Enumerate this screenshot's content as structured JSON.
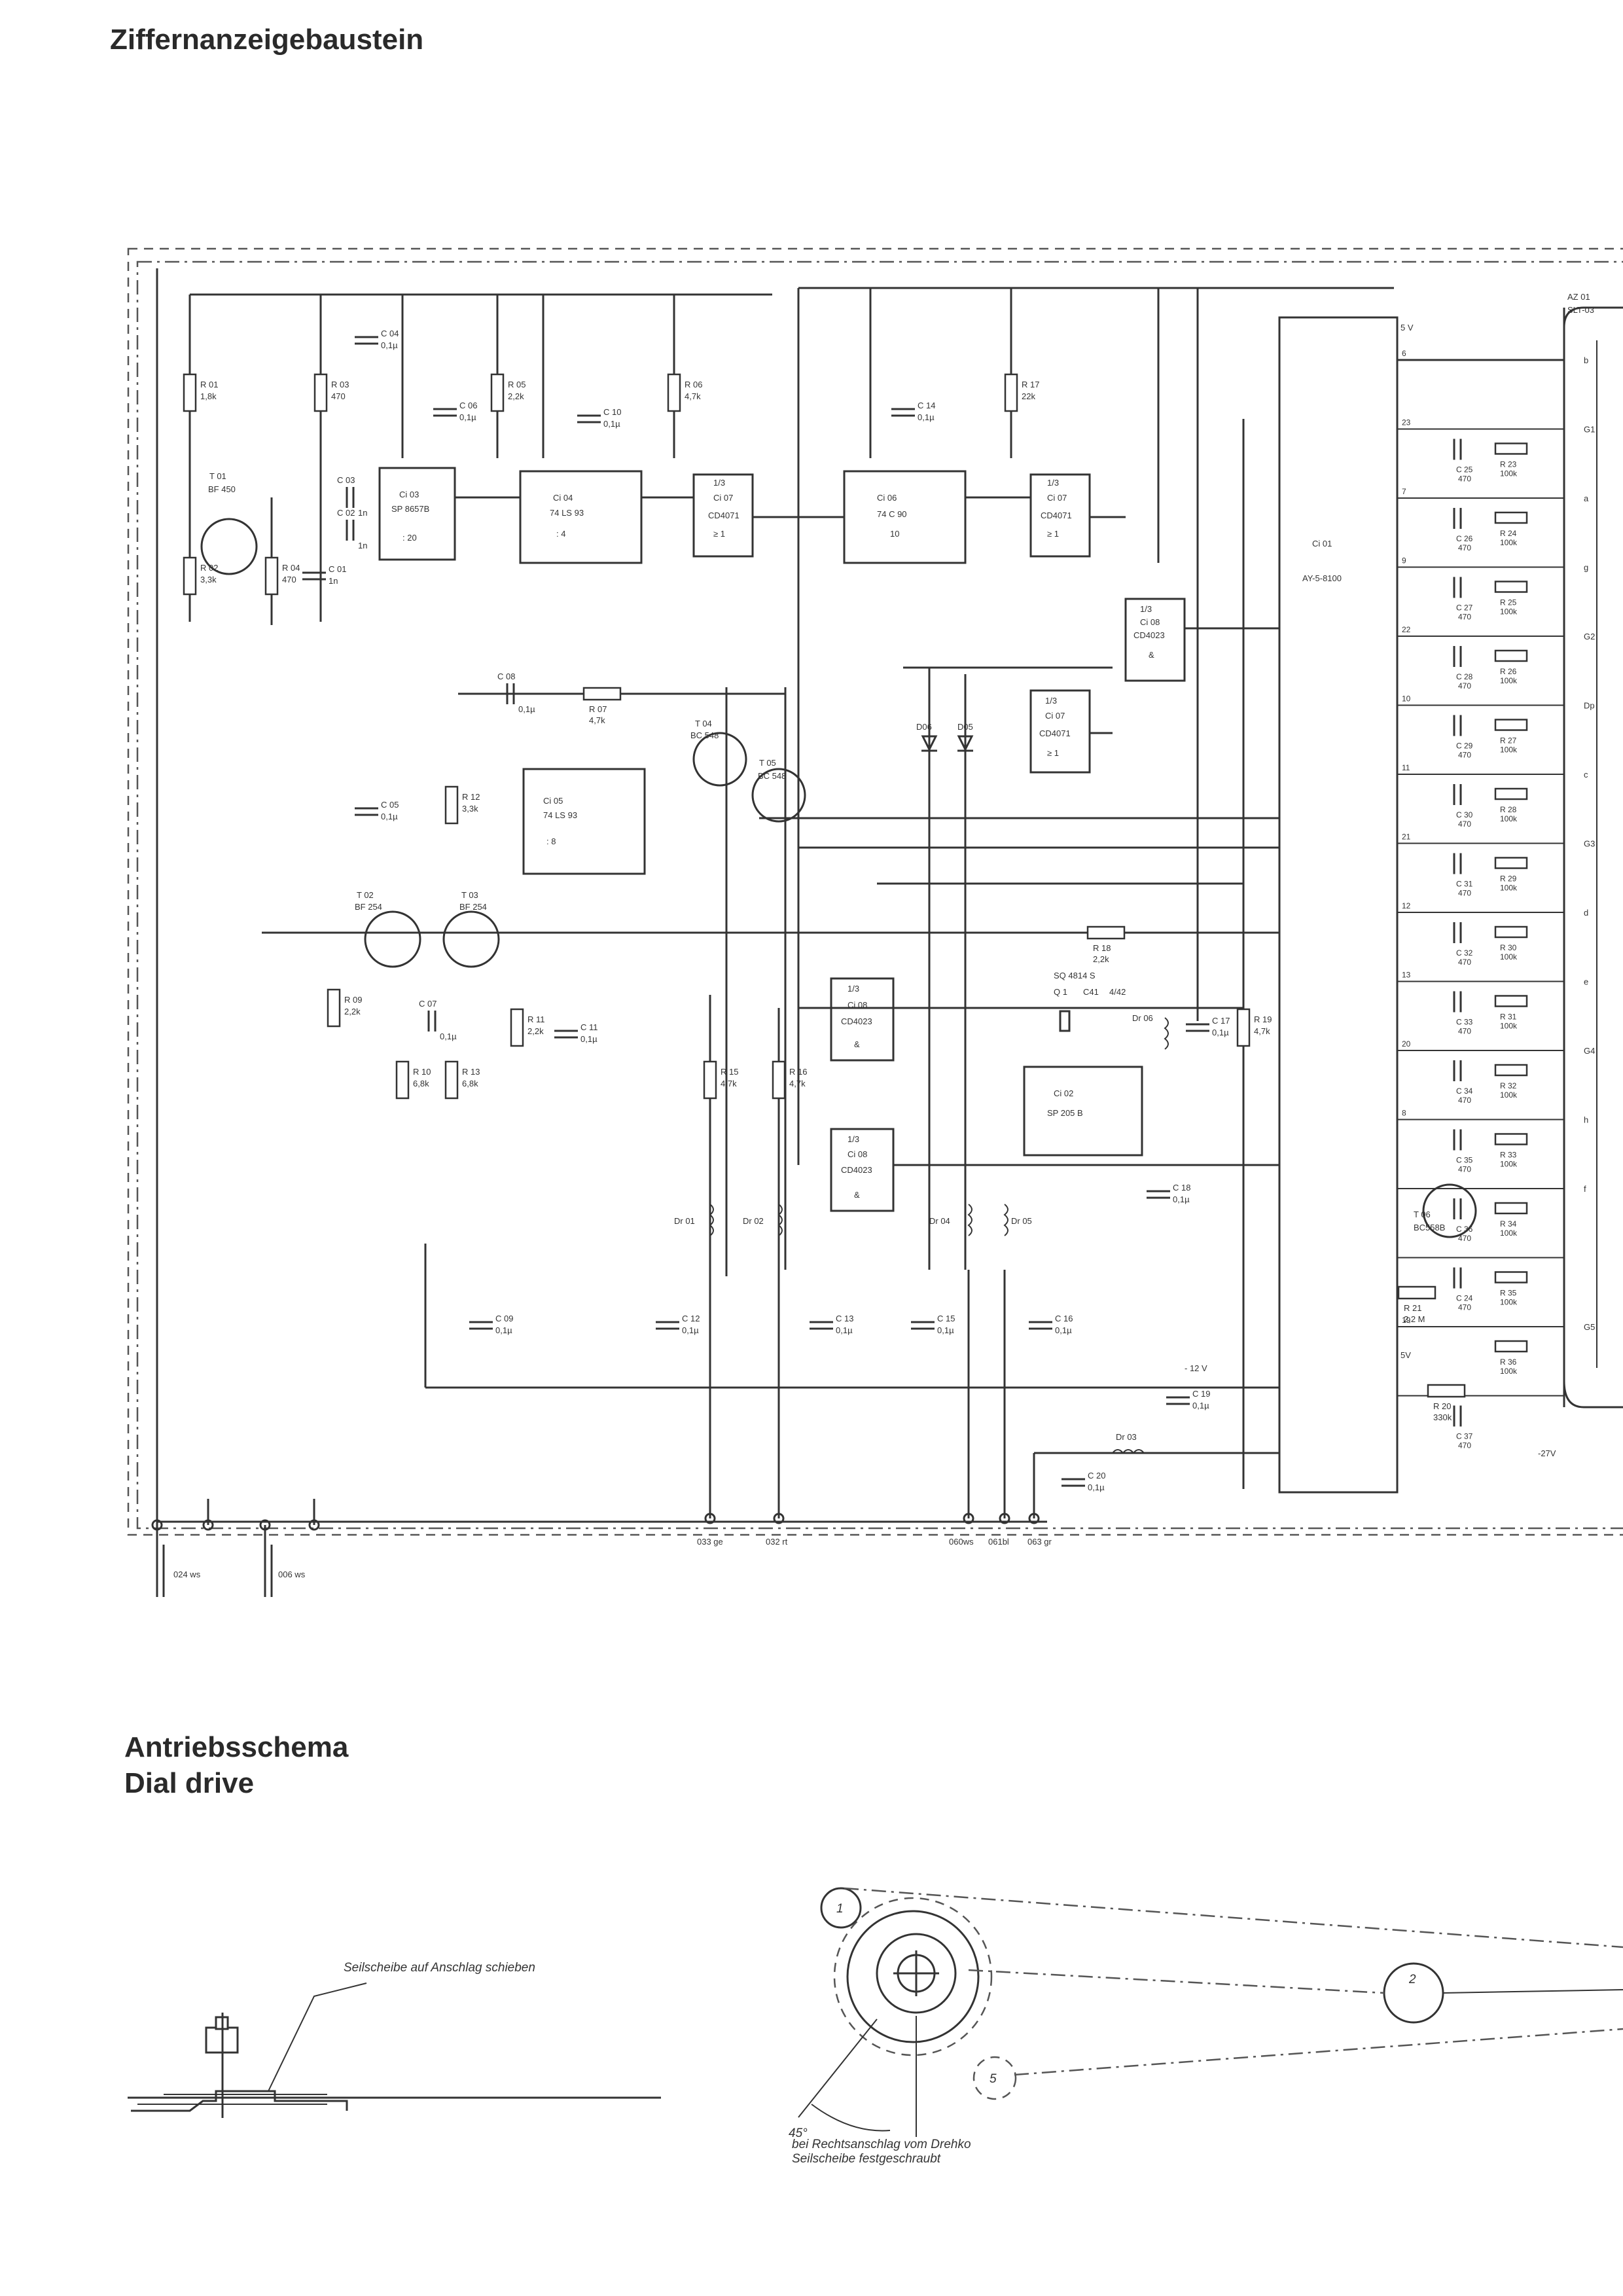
{
  "headings": {
    "main": "Ziffernanzeigebaustein",
    "drive_de": "Antriebsschema",
    "drive_en": "Dial drive"
  },
  "ics": [
    {
      "ref": "Ci 03",
      "type": "SP 8657B",
      "sub": ": 20"
    },
    {
      "ref": "Ci 04",
      "type": "74 LS 93",
      "sub": ": 4"
    },
    {
      "ref": "Ci 07",
      "type": "CD4071",
      "sub": "≥ 1",
      "frac": "1/3"
    },
    {
      "ref": "Ci 06",
      "type": "74 C 90",
      "sub": "10"
    },
    {
      "ref": "Ci 07",
      "type": "CD4071",
      "sub": "≥ 1",
      "frac": "1/3"
    },
    {
      "ref": "Ci 08",
      "type": "CD4023",
      "sub": "&",
      "frac": "1/3"
    },
    {
      "ref": "Ci 07",
      "type": "CD4071",
      "sub": "≥ 1",
      "frac": "1/3"
    },
    {
      "ref": "Ci 05",
      "type": "74 LS 93",
      "sub": ": 8"
    },
    {
      "ref": "Ci 08",
      "type": "CD4023",
      "sub": "&",
      "frac": "1/3"
    },
    {
      "ref": "Ci 08",
      "type": "CD4023",
      "sub": "&",
      "frac": "1/3"
    },
    {
      "ref": "Ci 02",
      "type": "SP 205 B",
      "sub": ""
    },
    {
      "ref": "Ci 01",
      "type": "AY-5-8100",
      "sub": ""
    }
  ],
  "transistors": [
    {
      "ref": "T 01",
      "type": "BF 450"
    },
    {
      "ref": "T 04",
      "type": "BC 548"
    },
    {
      "ref": "T 05",
      "type": "BC 548"
    },
    {
      "ref": "T 02",
      "type": "BF 254"
    },
    {
      "ref": "T 03",
      "type": "BF 254"
    },
    {
      "ref": "T 06",
      "type": "BC558B"
    }
  ],
  "components": [
    {
      "ref": "R 01",
      "val": "1,8k"
    },
    {
      "ref": "R 03",
      "val": "470"
    },
    {
      "ref": "R 02",
      "val": "3,3k"
    },
    {
      "ref": "R 04",
      "val": "470"
    },
    {
      "ref": "C 01",
      "val": "1n"
    },
    {
      "ref": "C 02",
      "val": "1n"
    },
    {
      "ref": "C 03",
      "val": "1n"
    },
    {
      "ref": "C 04",
      "val": "0,1µ"
    },
    {
      "ref": "C 06",
      "val": "0,1µ"
    },
    {
      "ref": "R 05",
      "val": "2,2k"
    },
    {
      "ref": "C 10",
      "val": "0,1µ"
    },
    {
      "ref": "R 06",
      "val": "4,7k"
    },
    {
      "ref": "C 14",
      "val": "0,1µ"
    },
    {
      "ref": "R 17",
      "val": "22k"
    },
    {
      "ref": "C 08",
      "val": "0,1µ"
    },
    {
      "ref": "R 07",
      "val": "4,7k"
    },
    {
      "ref": "C 05",
      "val": "0,1µ"
    },
    {
      "ref": "R 12",
      "val": "3,3k"
    },
    {
      "ref": "R 09",
      "val": "2,2k"
    },
    {
      "ref": "C 07",
      "val": "0,1µ"
    },
    {
      "ref": "R 11",
      "val": "2,2k"
    },
    {
      "ref": "C 11",
      "val": "0,1µ"
    },
    {
      "ref": "R 10",
      "val": "6,8k"
    },
    {
      "ref": "R 13",
      "val": "6,8k"
    },
    {
      "ref": "R 15",
      "val": "4,7k"
    },
    {
      "ref": "R 16",
      "val": "4,7k"
    },
    {
      "ref": "R 18",
      "val": "2,2k"
    },
    {
      "ref": "R 19",
      "val": "4,7k"
    },
    {
      "ref": "C 17",
      "val": "0,1µ"
    },
    {
      "ref": "C 18",
      "val": "0,1µ"
    },
    {
      "ref": "C 09",
      "val": "0,1µ"
    },
    {
      "ref": "C 12",
      "val": "0,1µ"
    },
    {
      "ref": "C 13",
      "val": "0,1µ"
    },
    {
      "ref": "C 15",
      "val": "0,1µ"
    },
    {
      "ref": "C 16",
      "val": "0,1µ"
    },
    {
      "ref": "C 19",
      "val": "0,1µ"
    },
    {
      "ref": "C 20",
      "val": "0,1µ"
    },
    {
      "ref": "R 21",
      "val": "2,2 M"
    },
    {
      "ref": "R 20",
      "val": "330k"
    }
  ],
  "chokes": [
    "Dr 01",
    "Dr 02",
    "Dr 04",
    "Dr 05",
    "Dr 06",
    "Dr 03"
  ],
  "diodes": [
    "D06",
    "D05"
  ],
  "crystal": {
    "ref": "SQ 4814 S",
    "q": "Q 1",
    "c": "C41",
    "cval": "4/42"
  },
  "display": {
    "ref": "AZ 01",
    "type": "SLT-03",
    "supply": "5 V",
    "neg": "-27V"
  },
  "rail_labels": {
    "v5": "5 V",
    "v12": "- 12 V",
    "v5b": "5V"
  },
  "segment_rows": [
    {
      "pin": "6",
      "cap": "",
      "res": "",
      "seg": "b"
    },
    {
      "pin": "23",
      "cap": "C 25|470",
      "res": "R 23|100k",
      "seg": "G1"
    },
    {
      "pin": "7",
      "cap": "C 26|470",
      "res": "R 24|100k",
      "seg": "a"
    },
    {
      "pin": "9",
      "cap": "C 27|470",
      "res": "R 25|100k",
      "seg": "g"
    },
    {
      "pin": "22",
      "cap": "C 28|470",
      "res": "R 26|100k",
      "seg": "G2"
    },
    {
      "pin": "10",
      "cap": "C 29|470",
      "res": "R 27|100k",
      "seg": "Dp"
    },
    {
      "pin": "11",
      "cap": "C 30|470",
      "res": "R 28|100k",
      "seg": "c"
    },
    {
      "pin": "21",
      "cap": "C 31|470",
      "res": "R 29|100k",
      "seg": "G3"
    },
    {
      "pin": "12",
      "cap": "C 32|470",
      "res": "R 30|100k",
      "seg": "d"
    },
    {
      "pin": "13",
      "cap": "C 33|470",
      "res": "R 31|100k",
      "seg": "e"
    },
    {
      "pin": "20",
      "cap": "C 34|470",
      "res": "R 32|100k",
      "seg": "G4"
    },
    {
      "pin": "8",
      "cap": "C 35|470",
      "res": "R 33|100k",
      "seg": "h"
    },
    {
      "pin": "",
      "cap": "C 36|470",
      "res": "R 34|100k",
      "seg": "f"
    },
    {
      "pin": "",
      "cap": "C 24|470",
      "res": "R 35|100k",
      "seg": ""
    },
    {
      "pin": "19",
      "cap": "",
      "res": "R 36|100k",
      "seg": "G5"
    },
    {
      "pin": "",
      "cap": "C 37|470",
      "res": "",
      "seg": ""
    }
  ],
  "connectors": [
    "024 ws",
    "006 ws",
    "033 ge",
    "032 rt",
    "060ws",
    "061bl",
    "063 gr"
  ],
  "drive_notes": {
    "slide": "Seilscheibe auf Anschlag schieben",
    "fixed_1": "bei Rechtsanschlag vom Drehko",
    "fixed_2": "Seilscheibe festgeschraubt",
    "angle": "45°",
    "pulleys": [
      "1",
      "2",
      "5"
    ]
  }
}
